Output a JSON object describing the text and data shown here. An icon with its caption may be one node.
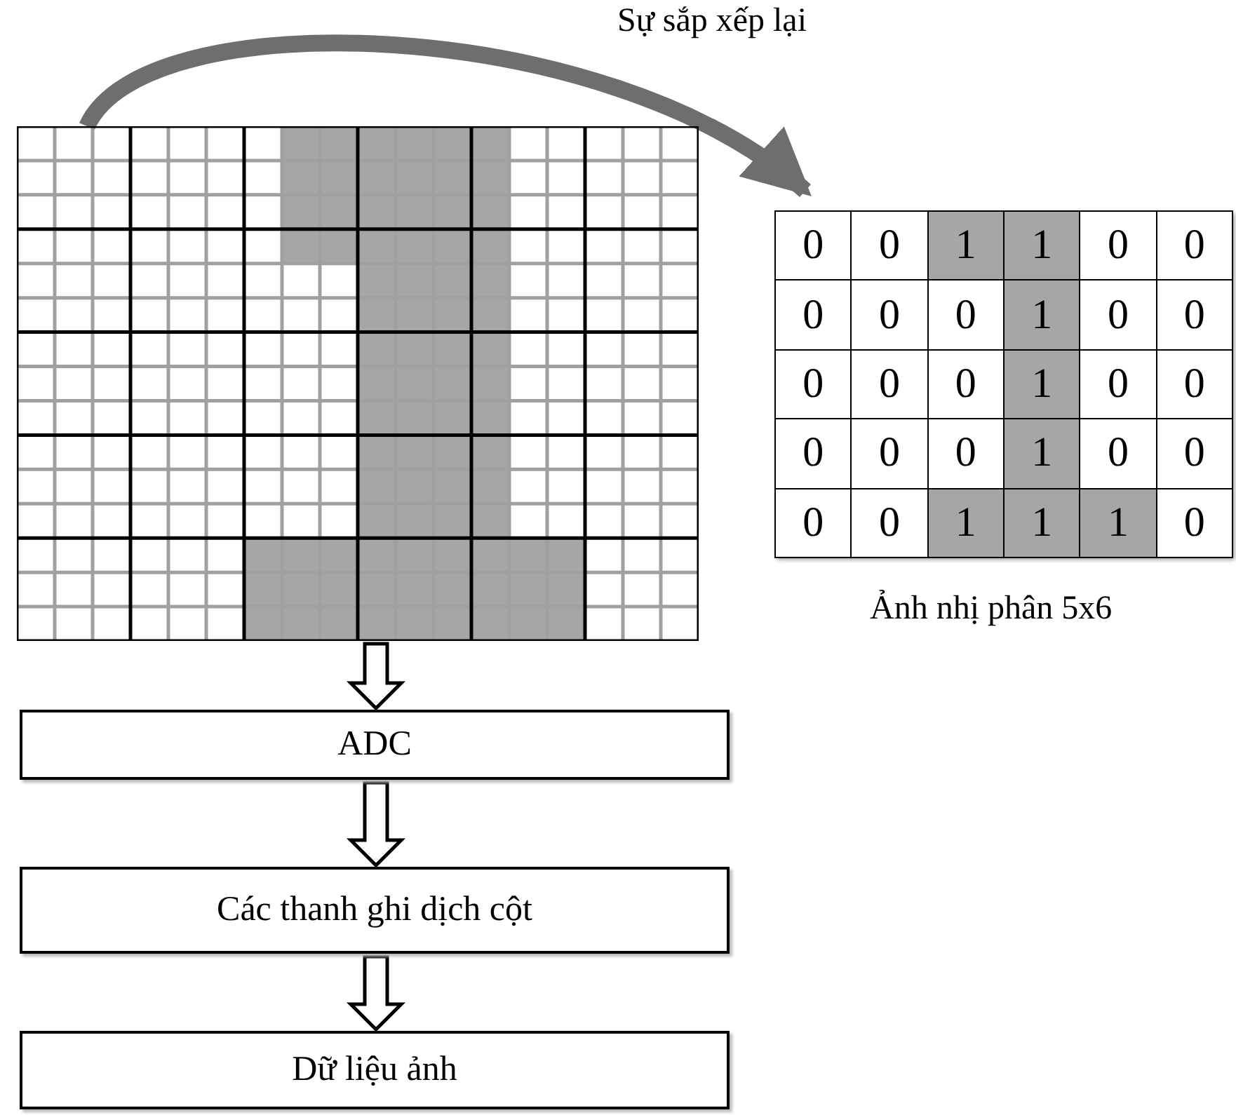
{
  "diagram": {
    "nodes": [
      {
        "text": [],
        "shape": "picture"
      },
      {
        "text": [],
        "shape": "box",
        "beside": [
          "Ảnh nhị phân 5x6"
        ]
      },
      {
        "text": [
          "ADC"
        ]
      },
      {
        "text": [
          "Các thanh ghi dịch cột"
        ]
      },
      {
        "text": [
          "Dữ liệu ảnh"
        ]
      }
    ],
    "edges": [
      {
        "from": 0,
        "to": 1,
        "arrow": "to",
        "label": "Sự sắp xếp lại",
        "color": "#6e6e6e"
      },
      {
        "from": 0,
        "to": 2,
        "arrow": "to"
      },
      {
        "from": 2,
        "to": 3,
        "arrow": "to"
      },
      {
        "from": 3,
        "to": 4,
        "arrow": "to"
      }
    ],
    "labels": [
      "0",
      "0",
      "1",
      "1",
      "0",
      "0",
      "0",
      "0",
      "0",
      "1",
      "0",
      "0",
      "0",
      "0",
      "0",
      "1",
      "0",
      "0",
      "0",
      "0",
      "0",
      "1",
      "0",
      "0",
      "0",
      "0",
      "1",
      "1",
      "1",
      "0"
    ]
  }
}
